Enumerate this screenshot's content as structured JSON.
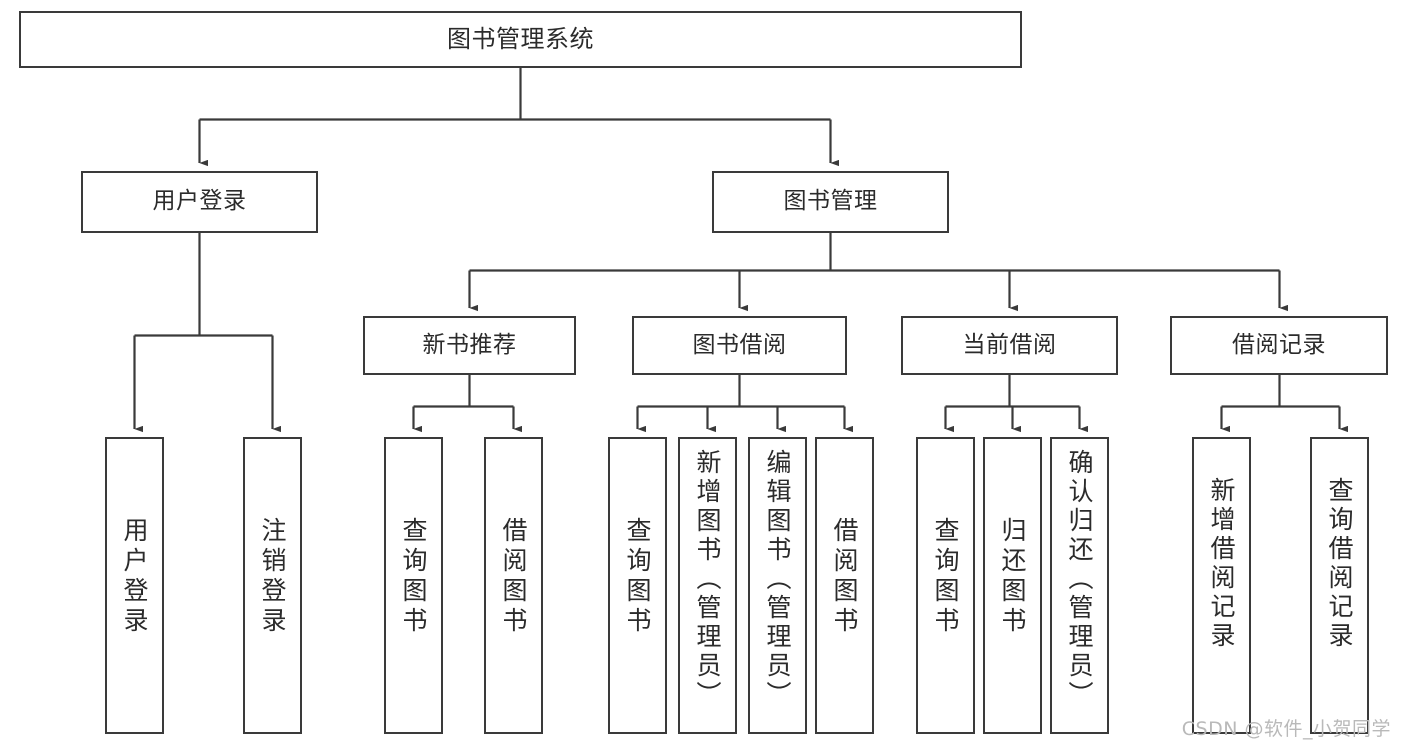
{
  "diagram": {
    "title": "图书管理系统",
    "type": "tree-hierarchy",
    "stroke_color": "#3a3a3a",
    "text_color": "#2b2b2b",
    "background_color": "#ffffff"
  },
  "watermark": {
    "text": "CSDN @软件_小贺同学",
    "color": "#b9b9b9"
  },
  "nodes": {
    "root": {
      "label": "图书管理系统"
    },
    "level1": [
      {
        "label": "用户登录"
      },
      {
        "label": "图书管理"
      }
    ],
    "level2": [
      {
        "label": "新书推荐"
      },
      {
        "label": "图书借阅"
      },
      {
        "label": "当前借阅"
      },
      {
        "label": "借阅记录"
      }
    ],
    "leaves_user_login": [
      {
        "label": "用户登录"
      },
      {
        "label": "注销登录"
      }
    ],
    "leaves_new_book": [
      {
        "label": "查询图书"
      },
      {
        "label": "借阅图书"
      }
    ],
    "leaves_borrow": [
      {
        "label": "查询图书"
      },
      {
        "label": "新增图书（管理员）"
      },
      {
        "label": "编辑图书（管理员）"
      },
      {
        "label": "借阅图书"
      }
    ],
    "leaves_current": [
      {
        "label": "查询图书"
      },
      {
        "label": "归还图书"
      },
      {
        "label": "确认归还（管理员）"
      }
    ],
    "leaves_record": [
      {
        "label": "新增借阅记录"
      },
      {
        "label": "查询借阅记录"
      }
    ]
  },
  "edges": [
    {
      "from": "图书管理系统",
      "to": "用户登录"
    },
    {
      "from": "图书管理系统",
      "to": "图书管理"
    },
    {
      "from": "用户登录",
      "to": "用户登录"
    },
    {
      "from": "用户登录",
      "to": "注销登录"
    },
    {
      "from": "图书管理",
      "to": "新书推荐"
    },
    {
      "from": "图书管理",
      "to": "图书借阅"
    },
    {
      "from": "图书管理",
      "to": "当前借阅"
    },
    {
      "from": "图书管理",
      "to": "借阅记录"
    },
    {
      "from": "新书推荐",
      "to": "查询图书"
    },
    {
      "from": "新书推荐",
      "to": "借阅图书"
    },
    {
      "from": "图书借阅",
      "to": "查询图书"
    },
    {
      "from": "图书借阅",
      "to": "新增图书（管理员）"
    },
    {
      "from": "图书借阅",
      "to": "编辑图书（管理员）"
    },
    {
      "from": "图书借阅",
      "to": "借阅图书"
    },
    {
      "from": "当前借阅",
      "to": "查询图书"
    },
    {
      "from": "当前借阅",
      "to": "归还图书"
    },
    {
      "from": "当前借阅",
      "to": "确认归还（管理员）"
    },
    {
      "from": "借阅记录",
      "to": "新增借阅记录"
    },
    {
      "from": "借阅记录",
      "to": "查询借阅记录"
    }
  ]
}
